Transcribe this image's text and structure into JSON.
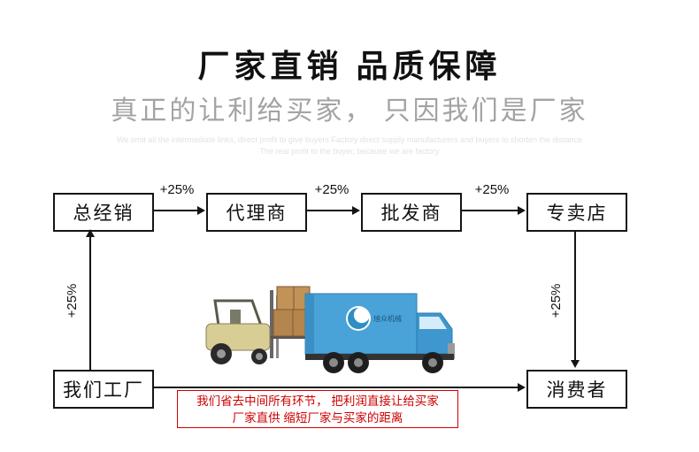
{
  "header": {
    "title": "厂家直销  品质保障",
    "subtitle": "真正的让利给买家， 只因我们是厂家",
    "watermark_line1": "We omit all the intermediate links, direct profit to give buyers Factory direct supply manufacturers and buyers to shorten the distance",
    "watermark_line2": "The real profit to the buyer, because we are factory"
  },
  "flow": {
    "nodes": {
      "distributor": "总经销",
      "agent": "代理商",
      "wholesaler": "批发商",
      "store": "专卖店",
      "factory": "我们工厂",
      "consumer": "消费者"
    },
    "increment": "+25%"
  },
  "truck": {
    "brand": "旭众机械"
  },
  "footer": {
    "line1": "我们省去中间所有环节， 把利润直接让给买家",
    "line2": "厂家直供 缩短厂家与买家的距离"
  },
  "colors": {
    "accent_red": "#cc0000",
    "truck_blue": "#4aa3d8"
  }
}
